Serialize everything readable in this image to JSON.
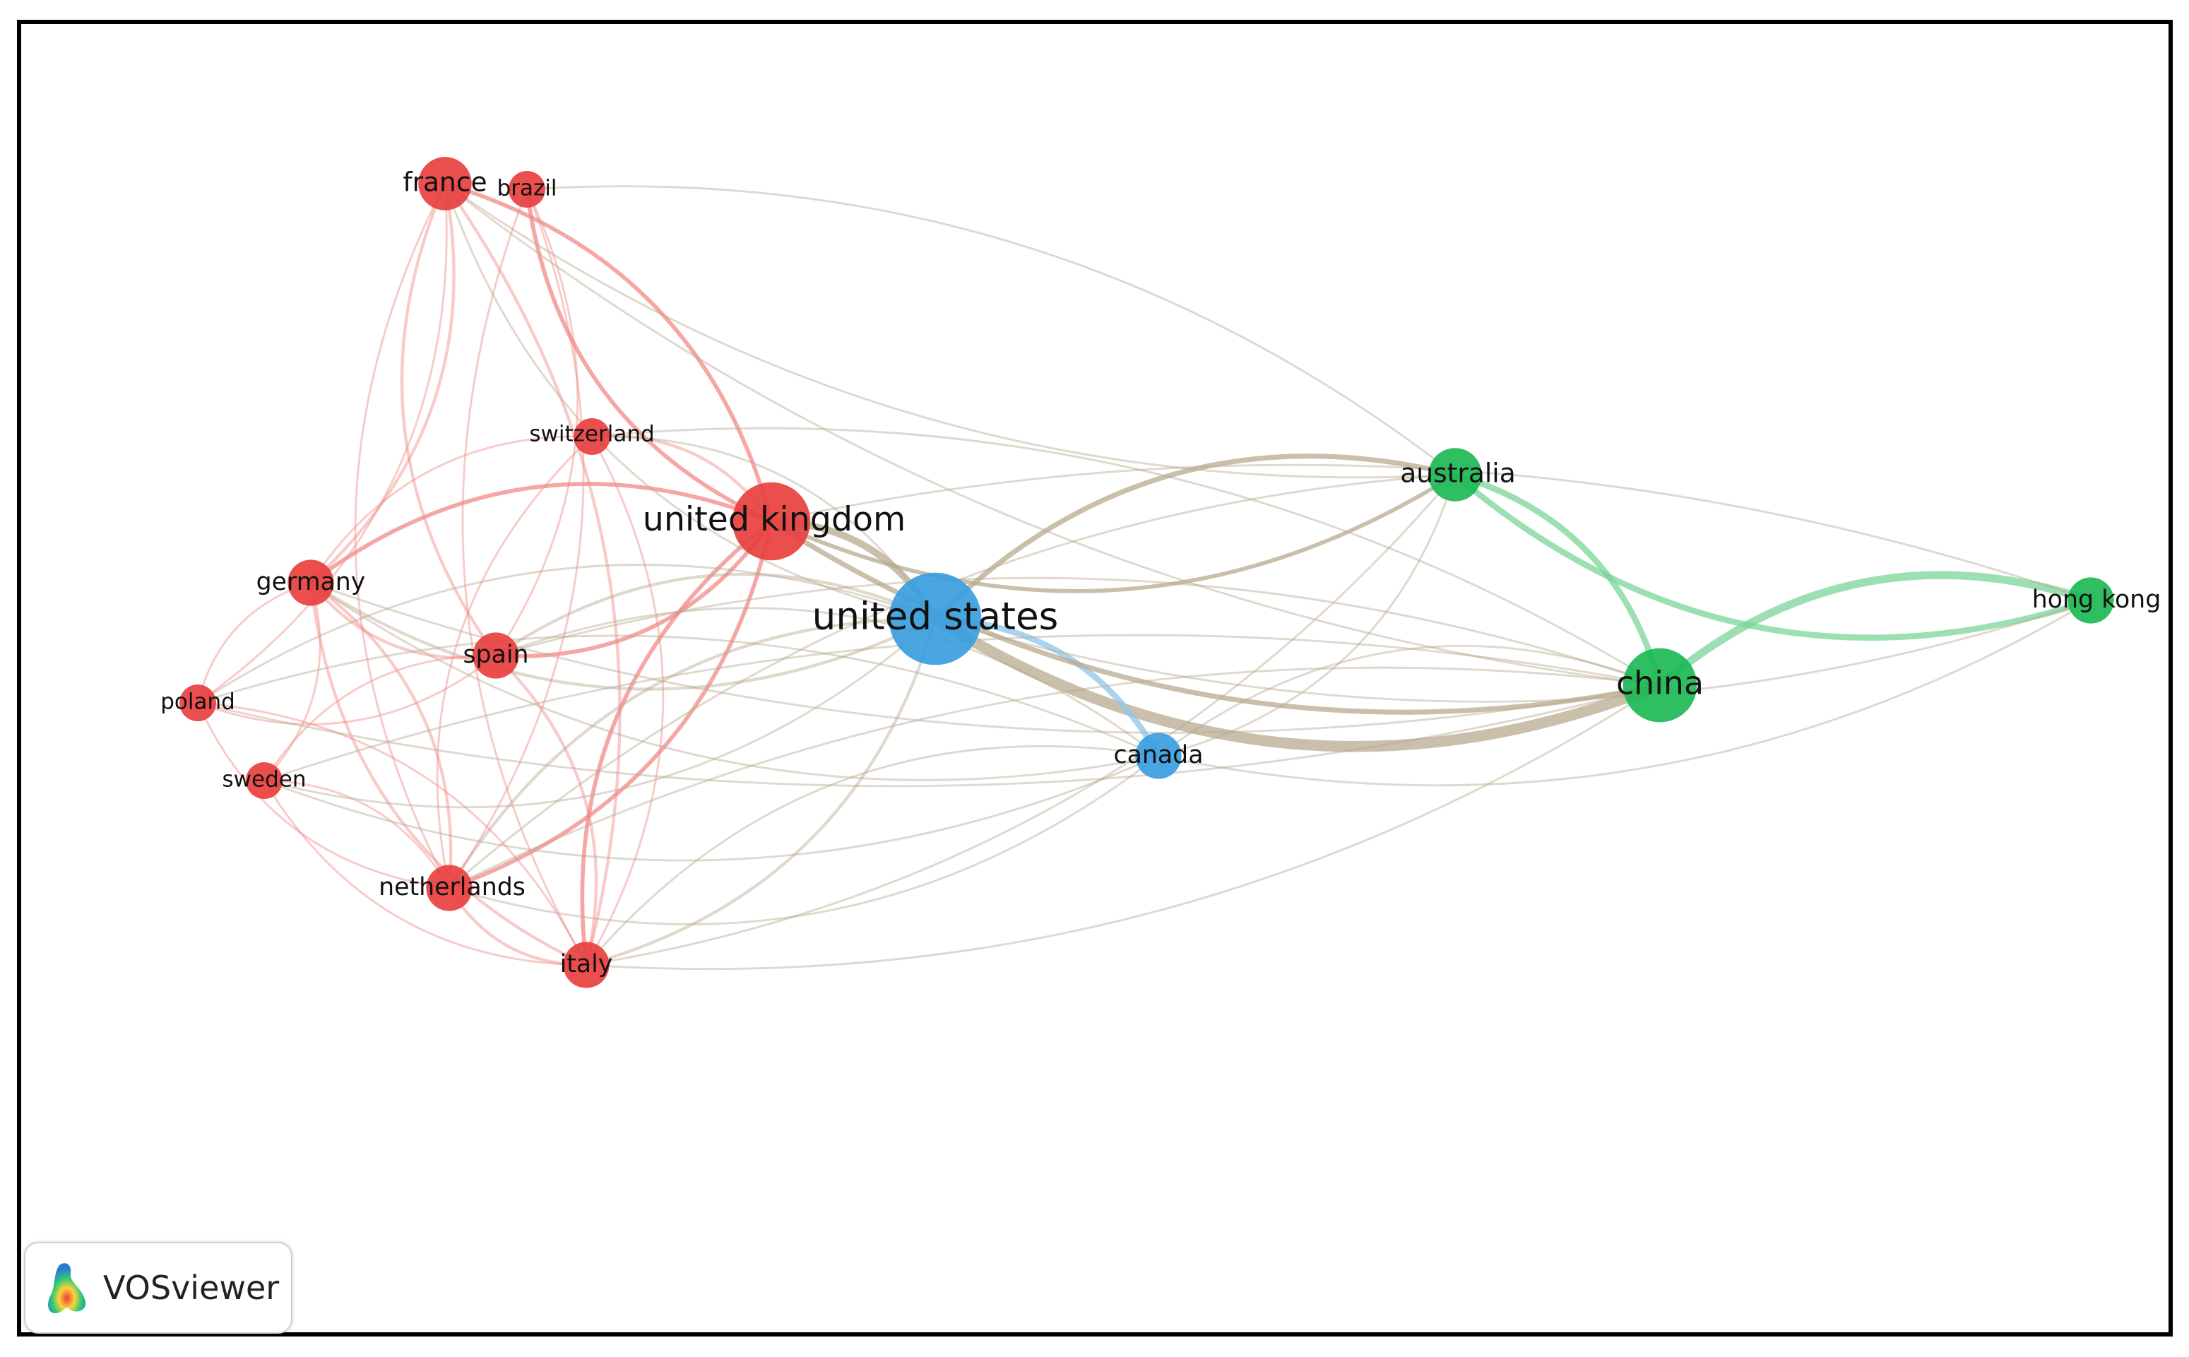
{
  "app": {
    "name": "VOSviewer"
  },
  "colors": {
    "cluster_red": "#e8403f",
    "cluster_green": "#1db954",
    "cluster_blue": "#3a9ee0",
    "edge_red": "#f08a86",
    "edge_green": "#79d49a",
    "edge_blue": "#8cc6ea"
  },
  "chart_data": {
    "type": "network",
    "clusters": [
      {
        "id": 1,
        "color": "#e8403f"
      },
      {
        "id": 2,
        "color": "#1db954"
      },
      {
        "id": 3,
        "color": "#3a9ee0"
      }
    ],
    "nodes": [
      {
        "id": "france",
        "label": "france",
        "cluster": 1,
        "weight": 3
      },
      {
        "id": "brazil",
        "label": "brazil",
        "cluster": 1,
        "weight": 1
      },
      {
        "id": "switzerland",
        "label": "switzerland",
        "cluster": 1,
        "weight": 1
      },
      {
        "id": "united-kingdom",
        "label": "united kingdom",
        "cluster": 1,
        "weight": 8
      },
      {
        "id": "germany",
        "label": "germany",
        "cluster": 1,
        "weight": 2
      },
      {
        "id": "spain",
        "label": "spain",
        "cluster": 1,
        "weight": 2
      },
      {
        "id": "poland",
        "label": "poland",
        "cluster": 1,
        "weight": 1
      },
      {
        "id": "sweden",
        "label": "sweden",
        "cluster": 1,
        "weight": 1
      },
      {
        "id": "netherlands",
        "label": "netherlands",
        "cluster": 1,
        "weight": 2
      },
      {
        "id": "italy",
        "label": "italy",
        "cluster": 1,
        "weight": 2
      },
      {
        "id": "united-states",
        "label": "united states",
        "cluster": 3,
        "weight": 12
      },
      {
        "id": "canada",
        "label": "canada",
        "cluster": 3,
        "weight": 2
      },
      {
        "id": "australia",
        "label": "australia",
        "cluster": 2,
        "weight": 3
      },
      {
        "id": "china",
        "label": "china",
        "cluster": 2,
        "weight": 7
      },
      {
        "id": "hong-kong",
        "label": "hong kong",
        "cluster": 2,
        "weight": 2
      }
    ],
    "links": [
      {
        "source": "united-states",
        "target": "china",
        "strength": 10
      },
      {
        "source": "china",
        "target": "hong-kong",
        "strength": 7
      },
      {
        "source": "australia",
        "target": "hong-kong",
        "strength": 5
      },
      {
        "source": "australia",
        "target": "china",
        "strength": 5
      },
      {
        "source": "united-states",
        "target": "united-kingdom",
        "strength": 6
      },
      {
        "source": "united-states",
        "target": "canada",
        "strength": 5
      },
      {
        "source": "united-kingdom",
        "target": "china",
        "strength": 4
      },
      {
        "source": "united-states",
        "target": "australia",
        "strength": 4
      },
      {
        "source": "united-kingdom",
        "target": "australia",
        "strength": 3
      },
      {
        "source": "france",
        "target": "united-kingdom",
        "strength": 3
      },
      {
        "source": "brazil",
        "target": "united-kingdom",
        "strength": 3
      },
      {
        "source": "germany",
        "target": "united-kingdom",
        "strength": 3
      },
      {
        "source": "spain",
        "target": "united-kingdom",
        "strength": 3
      },
      {
        "source": "italy",
        "target": "united-kingdom",
        "strength": 3
      },
      {
        "source": "netherlands",
        "target": "united-kingdom",
        "strength": 3
      },
      {
        "source": "switzerland",
        "target": "united-kingdom",
        "strength": 2
      },
      {
        "source": "germany",
        "target": "united-states",
        "strength": 2
      },
      {
        "source": "spain",
        "target": "united-states",
        "strength": 2
      },
      {
        "source": "italy",
        "target": "united-states",
        "strength": 2
      },
      {
        "source": "netherlands",
        "target": "united-states",
        "strength": 2
      },
      {
        "source": "germany",
        "target": "spain",
        "strength": 2
      },
      {
        "source": "germany",
        "target": "netherlands",
        "strength": 2
      },
      {
        "source": "germany",
        "target": "italy",
        "strength": 2
      },
      {
        "source": "spain",
        "target": "italy",
        "strength": 2
      },
      {
        "source": "netherlands",
        "target": "italy",
        "strength": 2
      },
      {
        "source": "france",
        "target": "germany",
        "strength": 2
      },
      {
        "source": "france",
        "target": "spain",
        "strength": 2
      },
      {
        "source": "france",
        "target": "italy",
        "strength": 2
      },
      {
        "source": "france",
        "target": "netherlands",
        "strength": 1
      },
      {
        "source": "france",
        "target": "poland",
        "strength": 1
      },
      {
        "source": "germany",
        "target": "poland",
        "strength": 1
      },
      {
        "source": "germany",
        "target": "sweden",
        "strength": 1
      },
      {
        "source": "poland",
        "target": "spain",
        "strength": 1
      },
      {
        "source": "poland",
        "target": "italy",
        "strength": 1
      },
      {
        "source": "poland",
        "target": "netherlands",
        "strength": 1
      },
      {
        "source": "sweden",
        "target": "spain",
        "strength": 1
      },
      {
        "source": "sweden",
        "target": "italy",
        "strength": 1
      },
      {
        "source": "sweden",
        "target": "netherlands",
        "strength": 1
      },
      {
        "source": "switzerland",
        "target": "germany",
        "strength": 1
      },
      {
        "source": "switzerland",
        "target": "italy",
        "strength": 1
      },
      {
        "source": "switzerland",
        "target": "netherlands",
        "strength": 1
      },
      {
        "source": "brazil",
        "target": "spain",
        "strength": 1
      },
      {
        "source": "brazil",
        "target": "italy",
        "strength": 1
      },
      {
        "source": "brazil",
        "target": "netherlands",
        "strength": 1
      },
      {
        "source": "france",
        "target": "australia",
        "strength": 1
      },
      {
        "source": "brazil",
        "target": "australia",
        "strength": 1
      },
      {
        "source": "france",
        "target": "china",
        "strength": 1
      },
      {
        "source": "switzerland",
        "target": "china",
        "strength": 1
      },
      {
        "source": "germany",
        "target": "china",
        "strength": 1
      },
      {
        "source": "spain",
        "target": "china",
        "strength": 1
      },
      {
        "source": "italy",
        "target": "china",
        "strength": 1
      },
      {
        "source": "netherlands",
        "target": "china",
        "strength": 1
      },
      {
        "source": "poland",
        "target": "china",
        "strength": 1
      },
      {
        "source": "sweden",
        "target": "china",
        "strength": 1
      },
      {
        "source": "italy",
        "target": "australia",
        "strength": 1
      },
      {
        "source": "netherlands",
        "target": "australia",
        "strength": 1
      },
      {
        "source": "canada",
        "target": "australia",
        "strength": 1
      },
      {
        "source": "canada",
        "target": "china",
        "strength": 1
      },
      {
        "source": "canada",
        "target": "hong-kong",
        "strength": 1
      },
      {
        "source": "united-kingdom",
        "target": "hong-kong",
        "strength": 1
      },
      {
        "source": "united-states",
        "target": "hong-kong",
        "strength": 1
      },
      {
        "source": "italy",
        "target": "canada",
        "strength": 1
      },
      {
        "source": "netherlands",
        "target": "canada",
        "strength": 1
      },
      {
        "source": "spain",
        "target": "canada",
        "strength": 1
      },
      {
        "source": "germany",
        "target": "canada",
        "strength": 1
      },
      {
        "source": "poland",
        "target": "canada",
        "strength": 1
      },
      {
        "source": "sweden",
        "target": "canada",
        "strength": 1
      },
      {
        "source": "switzerland",
        "target": "united-states",
        "strength": 1
      },
      {
        "source": "france",
        "target": "united-states",
        "strength": 1
      },
      {
        "source": "poland",
        "target": "united-states",
        "strength": 1
      },
      {
        "source": "sweden",
        "target": "united-states",
        "strength": 1
      }
    ]
  }
}
